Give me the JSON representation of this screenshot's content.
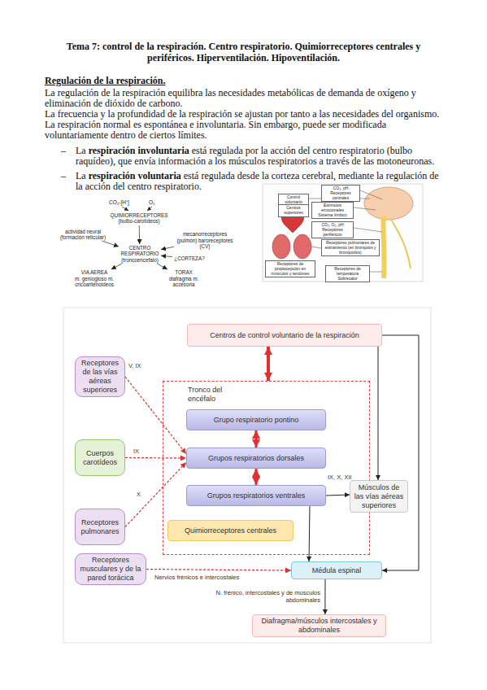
{
  "diagram": {
    "title": "Tema 7: control de la respiración. Centro respiratorio. Quimiorreceptores centrales y periféricos. Hiperventilación. Hipoventilación.",
    "nodes": [
      {
        "text": [
          "QUIMIORRECEPTORES",
          "(bulbo-carotídeos)"
        ]
      },
      {
        "text": [
          "actividad neural",
          "(formación reticular)"
        ]
      },
      {
        "text": [
          "mecanorreceptores (pulmón) baroreceptores (CV)"
        ]
      },
      {
        "text": [
          "CENTRO RESPIRATORIO",
          "(troncoencefalo)"
        ]
      },
      {
        "text": [
          "¿CORTEZA?"
        ]
      },
      {
        "text": [
          "VIA AEREA",
          "m. geniogloso m. cricoaritenoideos"
        ]
      },
      {
        "text": [
          "TORAX",
          "diafragma m. accesoria"
        ]
      },
      {
        "text": [
          "Control voluntario"
        ]
      },
      {
        "text": [
          "CO₂, pH",
          "Receptores centrales"
        ]
      },
      {
        "text": [
          "Centros superiores"
        ]
      },
      {
        "text": [
          "Estímulos emocionales",
          "Sistema límbico"
        ]
      },
      {
        "text": [
          "CO₂, O₂, pH",
          "Receptores periféricos"
        ]
      },
      {
        "text": [
          "Receptores pulmonares de estiramiento (en bronquios y bronquiolos)"
        ]
      },
      {
        "text": [
          "Receptores de propiocepción en músculos y tendones"
        ]
      },
      {
        "text": [
          "Receptores de temperatura",
          "Sobrecalor"
        ]
      },
      {
        "text": [
          "Centros de control voluntario de la respiración"
        ]
      },
      {
        "text": [
          "Receptores de las vías aéreas superiores"
        ]
      },
      {
        "text": [
          "Tronco del encéfalo"
        ]
      },
      {
        "text": [
          "Grupo respiratorio pontino"
        ],
        "in": 17
      },
      {
        "text": [
          "Grupos respiratorios dorsales"
        ],
        "in": 17
      },
      {
        "text": [
          "Grupos respiratorios ventrales"
        ],
        "in": 17
      },
      {
        "text": [
          "Quimiorreceptores centrales"
        ],
        "in": 17
      },
      {
        "text": [
          "Cuerpos carotídeos"
        ]
      },
      {
        "text": [
          "Músculos de las vías aéreas superiores"
        ]
      },
      {
        "text": [
          "Receptores pulmonares"
        ]
      },
      {
        "text": [
          "Receptores musculares y de la pared torácica"
        ]
      },
      {
        "text": [
          "Médula espinal"
        ]
      },
      {
        "text": [
          "Diafragma/músculos intercostales y abdominales"
        ]
      }
    ],
    "edges": [
      {
        "from": 0,
        "to": 3,
        "arrow": "to"
      },
      {
        "from": 1,
        "to": 3,
        "arrow": "to"
      },
      {
        "from": 2,
        "to": 3,
        "arrow": "to"
      },
      {
        "from": 4,
        "to": 3,
        "arrow": "to"
      },
      {
        "from": 3,
        "to": 5,
        "arrow": "to"
      },
      {
        "from": 3,
        "to": 6,
        "arrow": "to"
      },
      {
        "from": 15,
        "to": 17,
        "arrow": "both"
      },
      {
        "from": 18,
        "to": 19,
        "arrow": "both"
      },
      {
        "from": 19,
        "to": 20,
        "arrow": "both"
      },
      {
        "from": 16,
        "to": 19,
        "label": "V, IX",
        "arrow": "to"
      },
      {
        "from": 22,
        "to": 19,
        "label": "IX",
        "arrow": "to"
      },
      {
        "from": 24,
        "to": 19,
        "label": "X",
        "arrow": "to"
      },
      {
        "from": 25,
        "to": 26,
        "label": "Nervios frénicos e intercostales",
        "arrow": "to"
      },
      {
        "from": 15,
        "to": 23,
        "arrow": "to"
      },
      {
        "from": 15,
        "to": 26,
        "arrow": "to"
      },
      {
        "from": 20,
        "to": 23,
        "label": "IX, X, XII",
        "arrow": "to"
      },
      {
        "from": 20,
        "to": 26,
        "arrow": "to"
      },
      {
        "from": 26,
        "to": 27,
        "label": "N. frénico, intercostales y de músculos abdominales",
        "arrow": "to"
      }
    ],
    "labels": [
      "Regulación de la respiración.",
      "La regulación de la respiración equilibra las necesidades metabólicas de demanda de oxígeno y eliminación de dióxido de carbono.",
      "La frecuencia y la profundidad de la respiración se ajustan por tanto a las necesidades del organismo. La respiración normal es espontánea e involuntaria. Sin embargo, puede ser modificada voluntariamente dentro de ciertos límites.",
      "–",
      "La",
      "respiración involuntaria",
      "está regulada por la acción del centro respiratorio (bulbo raquídeo), que envía información a los músculos respiratorios a través de las motoneuronas.",
      "–",
      "La",
      "respiración voluntaria",
      "está regulada desde la corteza cerebral, mediante la regulación de la acción del centro respiratorio.",
      "CO₂-[H⁺]",
      "O₂"
    ]
  }
}
